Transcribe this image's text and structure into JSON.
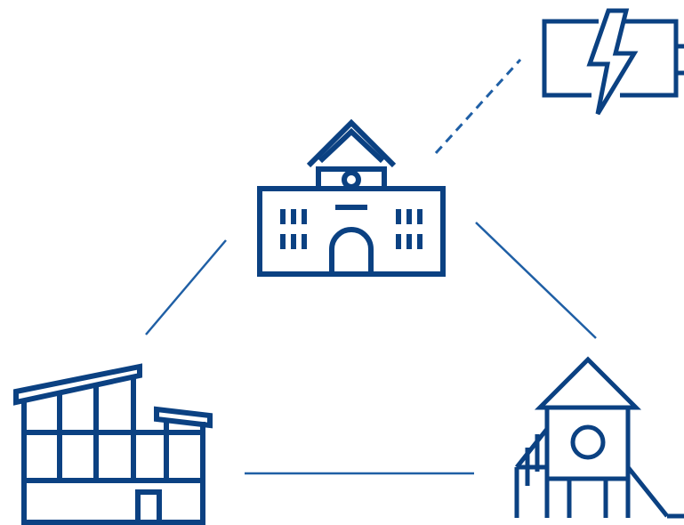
{
  "colors": {
    "icon_stroke": "#0b4182",
    "connector": "#1f5fa5",
    "background": "#ffffff"
  },
  "nodes": [
    {
      "icon": "school-building-icon"
    },
    {
      "icon": "battery-charging-icon"
    },
    {
      "icon": "gymnasium-building-icon"
    },
    {
      "icon": "playground-tower-slide-icon"
    }
  ],
  "connections": [
    {
      "from": "school-building-icon",
      "to": "battery-charging-icon",
      "style": "dashed"
    },
    {
      "from": "school-building-icon",
      "to": "gymnasium-building-icon",
      "style": "solid"
    },
    {
      "from": "school-building-icon",
      "to": "playground-tower-slide-icon",
      "style": "solid"
    },
    {
      "from": "gymnasium-building-icon",
      "to": "playground-tower-slide-icon",
      "style": "solid"
    }
  ]
}
